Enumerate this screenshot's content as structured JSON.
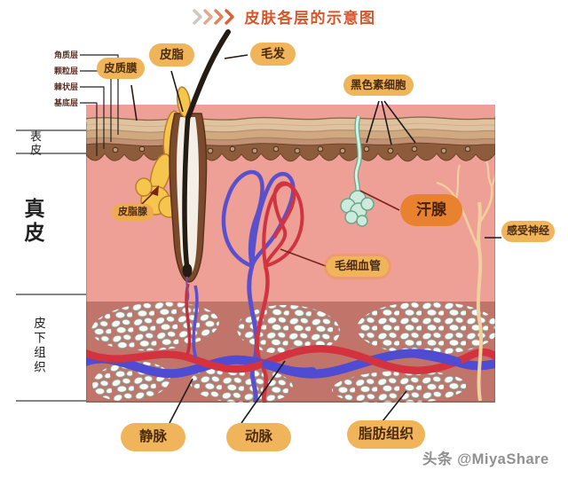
{
  "title": {
    "text": "皮肤各层的示意图"
  },
  "icons": {
    "title_chevrons": "quad-chevron-right"
  },
  "layers": {
    "epidermis": "表皮",
    "dermis": "真皮",
    "subcutaneous": "皮下组织"
  },
  "sublayers": {
    "items": [
      {
        "label": "角质层"
      },
      {
        "label": "颗粒层"
      },
      {
        "label": "棘状层"
      },
      {
        "label": "基底层"
      }
    ]
  },
  "badges": {
    "cuticle_film": {
      "label": "皮质膜"
    },
    "sebum": {
      "label": "皮脂"
    },
    "hair": {
      "label": "毛发"
    },
    "melanocytes": {
      "label": "黑色素细胞"
    },
    "sebaceous_gland": {
      "label": "皮脂腺"
    },
    "sweat_gland": {
      "label": "汗腺"
    },
    "capillaries": {
      "label": "毛细血管"
    },
    "sensory_nerve": {
      "label": "感受神经"
    },
    "vein": {
      "label": "静脉"
    },
    "artery": {
      "label": "动脉"
    },
    "fat_tissue": {
      "label": "脂肪组织"
    }
  },
  "watermark": "头条 @MiyaShare",
  "colors": {
    "title_red": "#d8552a",
    "badge_orange": "#f0b55a",
    "badge_deep_orange": "#e8822e",
    "dermis_pink": "#efa096",
    "subcutis_mauve": "#c0746a",
    "epidermis_tan": "#d0a97f",
    "basal_brown": "#8d5c3d",
    "artery_red": "#d4323e",
    "vein_blue": "#4f4bd2",
    "sweat_teal": "#cdebdc",
    "nerve_tan": "#f2cf9e",
    "fat_white": "#fcfcf4",
    "hair_black": "#241b12",
    "watermark_gray": "#909090"
  }
}
